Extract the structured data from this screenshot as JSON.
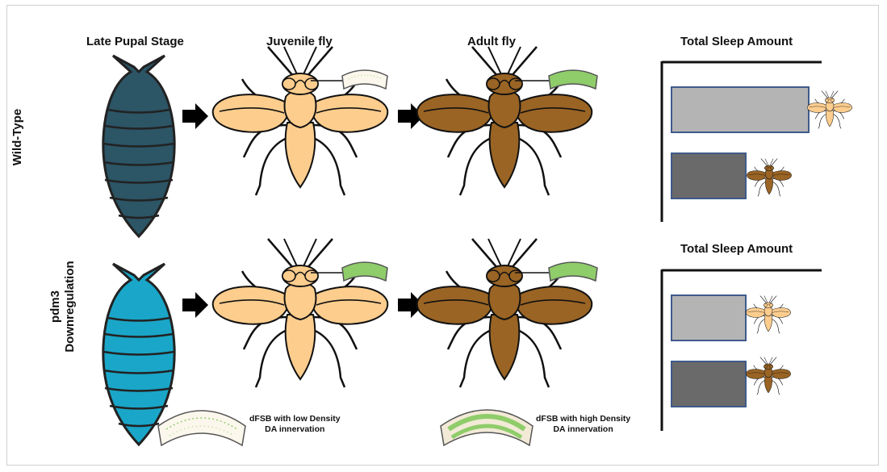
{
  "headers": {
    "pupal": "Late Pupal Stage",
    "juvenile": "Juvenile fly",
    "adult": "Adult fly",
    "sleep_top": "Total Sleep Amount",
    "sleep_bottom": "Total Sleep Amount"
  },
  "rows": {
    "wild_type": "Wild-Type",
    "pdm3_line1": "pdm3",
    "pdm3_line2": "Downregulation"
  },
  "legend": {
    "low_line1": "dFSB with low Density",
    "low_line2": "DA innervation",
    "high_line1": "dFSB with high Density",
    "high_line2": "DA innervation"
  },
  "colors": {
    "pupa_wt": "#2c5566",
    "pupa_pdm3": "#1aa6c8",
    "juvenile_body": "#fdcd8e",
    "adult_body": "#9a6424",
    "bar_light": "#b4b4b4",
    "bar_dark": "#6a6a6a",
    "bar_border": "#3f5a8a",
    "dfsb_green": "#8fcc6a"
  },
  "chart_data": [
    {
      "type": "bar",
      "title": "Total Sleep Amount",
      "categories": [
        "Juvenile fly",
        "Adult fly"
      ],
      "values": [
        1.0,
        0.54
      ],
      "orientation": "horizontal"
    },
    {
      "type": "bar",
      "title": "Total Sleep Amount",
      "categories": [
        "Juvenile fly",
        "Adult fly"
      ],
      "values": [
        0.54,
        0.54
      ],
      "orientation": "horizontal"
    }
  ]
}
